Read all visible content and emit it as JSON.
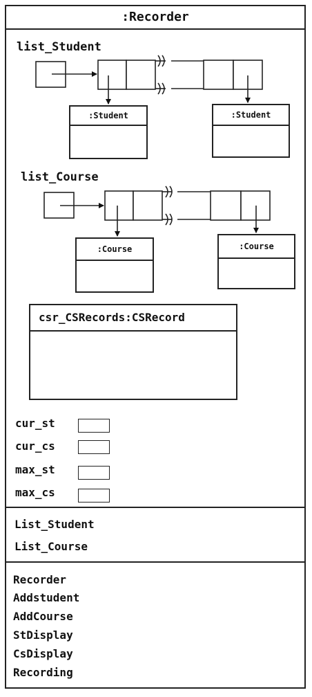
{
  "recorder": {
    "title": ":Recorder"
  },
  "student_list": {
    "label": "list_Student",
    "first_object": ":Student",
    "last_object": ":Student"
  },
  "course_list": {
    "label": "list_Course",
    "first_object": ":Course",
    "last_object": ":Course"
  },
  "cs_records": {
    "label": "csr_CSRecords:CSRecord"
  },
  "variables": [
    {
      "name": "cur_st"
    },
    {
      "name": "cur_cs"
    },
    {
      "name": "max_st"
    },
    {
      "name": "max_cs"
    }
  ],
  "attributes": [
    "List_Student",
    "List_Course"
  ],
  "operations": [
    "Recorder",
    "Addstudent",
    "AddCourse",
    "StDisplay",
    "CsDisplay",
    "Recording"
  ]
}
